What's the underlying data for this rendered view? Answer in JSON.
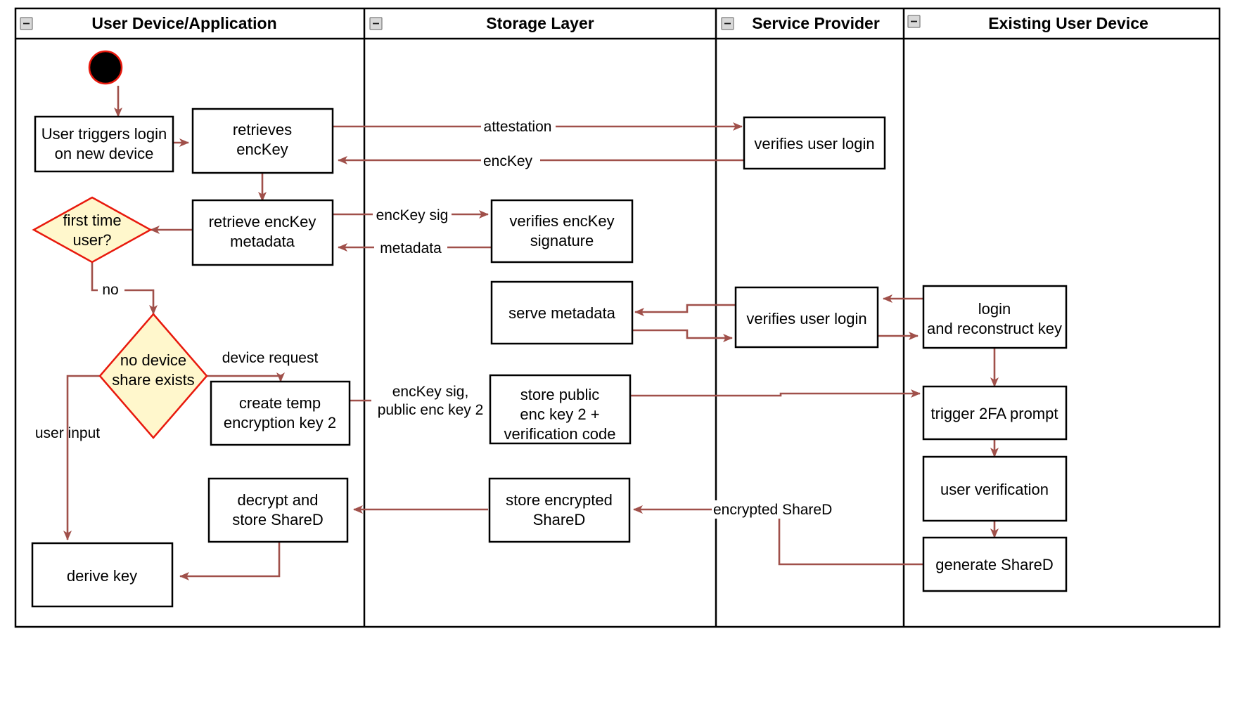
{
  "diagram": {
    "title": "Key recovery on new device — UML activity swimlane diagram",
    "colors": {
      "flow_stroke": "#a0504a",
      "decision_fill": "#fff7cc",
      "decision_stroke": "#e8190d",
      "node_stroke": "#000000",
      "node_fill": "#ffffff",
      "start_fill": "#000000",
      "start_stroke": "#e8190d",
      "lane_border": "#000000",
      "background": "#ffffff"
    },
    "lanes": [
      {
        "id": "lane-user-device",
        "label": "User Device/Application",
        "collapse_icon": "minus-box-icon"
      },
      {
        "id": "lane-storage",
        "label": "Storage Layer",
        "collapse_icon": "minus-box-icon"
      },
      {
        "id": "lane-service-provider",
        "label": "Service Provider",
        "collapse_icon": "minus-box-icon"
      },
      {
        "id": "lane-existing-device",
        "label": "Existing User Device",
        "collapse_icon": "minus-box-icon"
      }
    ],
    "nodes": [
      {
        "id": "start",
        "type": "initial-node",
        "lane": "lane-user-device",
        "label": ""
      },
      {
        "id": "n-user-triggers-login",
        "type": "action",
        "lane": "lane-user-device",
        "lines": [
          "User triggers login",
          "on new device"
        ]
      },
      {
        "id": "n-retrieves-enckey",
        "type": "action",
        "lane": "lane-user-device",
        "lines": [
          "retrieves",
          "encKey"
        ]
      },
      {
        "id": "n-retrieve-enckey-metadata",
        "type": "action",
        "lane": "lane-user-device",
        "lines": [
          "retrieve encKey",
          "metadata"
        ]
      },
      {
        "id": "n-first-time-user",
        "type": "decision",
        "lane": "lane-user-device",
        "lines": [
          "first time",
          "user?"
        ]
      },
      {
        "id": "n-no-device-share-exists",
        "type": "decision",
        "lane": "lane-user-device",
        "lines": [
          "no device",
          "share exists"
        ]
      },
      {
        "id": "n-create-temp-encryption-key-2",
        "type": "action",
        "lane": "lane-user-device",
        "lines": [
          "create temp",
          "encryption key 2"
        ]
      },
      {
        "id": "n-decrypt-and-store-shared",
        "type": "action",
        "lane": "lane-user-device",
        "lines": [
          "decrypt and",
          "store ShareD"
        ]
      },
      {
        "id": "n-derive-key",
        "type": "action",
        "lane": "lane-user-device",
        "lines": [
          "derive key"
        ]
      },
      {
        "id": "n-verifies-enckey-signature",
        "type": "action",
        "lane": "lane-storage",
        "lines": [
          "verifies encKey",
          "signature"
        ]
      },
      {
        "id": "n-serve-metadata",
        "type": "action",
        "lane": "lane-storage",
        "lines": [
          "serve metadata"
        ]
      },
      {
        "id": "n-store-public-enc-key-2",
        "type": "action",
        "lane": "lane-storage",
        "lines": [
          "store public",
          "enc key 2 +",
          "verification code"
        ]
      },
      {
        "id": "n-store-encrypted-shared",
        "type": "action",
        "lane": "lane-storage",
        "lines": [
          "store encrypted",
          "ShareD"
        ]
      },
      {
        "id": "n-verifies-user-login-1",
        "type": "action",
        "lane": "lane-service-provider",
        "lines": [
          "verifies user login"
        ]
      },
      {
        "id": "n-verifies-user-login-2",
        "type": "action",
        "lane": "lane-service-provider",
        "lines": [
          "verifies user login"
        ]
      },
      {
        "id": "n-login-and-reconstruct-key",
        "type": "action",
        "lane": "lane-existing-device",
        "lines": [
          "login",
          "and reconstruct key"
        ]
      },
      {
        "id": "n-trigger-2fa-prompt",
        "type": "action",
        "lane": "lane-existing-device",
        "lines": [
          "trigger 2FA prompt"
        ]
      },
      {
        "id": "n-user-verification",
        "type": "action",
        "lane": "lane-existing-device",
        "lines": [
          "user verification"
        ]
      },
      {
        "id": "n-generate-shared",
        "type": "action",
        "lane": "lane-existing-device",
        "lines": [
          "generate ShareD"
        ]
      }
    ],
    "edges": [
      {
        "id": "e-start-to-login",
        "from": "start",
        "to": "n-user-triggers-login",
        "label": ""
      },
      {
        "id": "e-login-to-retrieves",
        "from": "n-user-triggers-login",
        "to": "n-retrieves-enckey",
        "label": ""
      },
      {
        "id": "e-attestation",
        "from": "n-retrieves-enckey",
        "to": "n-verifies-user-login-1",
        "label": "attestation"
      },
      {
        "id": "e-enckey",
        "from": "n-verifies-user-login-1",
        "to": "n-retrieves-enckey",
        "label": "encKey"
      },
      {
        "id": "e-retrieves-to-metadata",
        "from": "n-retrieves-enckey",
        "to": "n-retrieve-enckey-metadata",
        "label": ""
      },
      {
        "id": "e-enckey-sig",
        "from": "n-retrieve-enckey-metadata",
        "to": "n-verifies-enckey-signature",
        "label": "encKey sig"
      },
      {
        "id": "e-metadata",
        "from": "n-verifies-enckey-signature",
        "to": "n-retrieve-enckey-metadata",
        "label": "metadata"
      },
      {
        "id": "e-metadata-to-firsttime",
        "from": "n-retrieve-enckey-metadata",
        "to": "n-first-time-user",
        "label": ""
      },
      {
        "id": "e-no",
        "from": "n-first-time-user",
        "to": "n-no-device-share-exists",
        "label": "no"
      },
      {
        "id": "e-device-request",
        "from": "n-no-device-share-exists",
        "to": "n-create-temp-encryption-key-2",
        "label": "device request"
      },
      {
        "id": "e-user-input",
        "from": "n-no-device-share-exists",
        "to": "n-derive-key",
        "label": "user input"
      },
      {
        "id": "e-enckey-sig-public-enc-key-2",
        "from": "n-create-temp-encryption-key-2",
        "to": "n-store-public-enc-key-2",
        "label": "encKey sig,\npublic enc key 2",
        "label_lines": [
          "encKey sig,",
          "public enc key 2"
        ]
      },
      {
        "id": "e-store-public-to-2fa",
        "from": "n-store-public-enc-key-2",
        "to": "n-trigger-2fa-prompt",
        "label": ""
      },
      {
        "id": "e-existing-to-sp",
        "from": "n-login-and-reconstruct-key",
        "to": "n-verifies-user-login-2",
        "label": ""
      },
      {
        "id": "e-sp-to-existing",
        "from": "n-verifies-user-login-2",
        "to": "n-login-and-reconstruct-key",
        "label": ""
      },
      {
        "id": "e-sp-to-serve-metadata",
        "from": "n-verifies-user-login-2",
        "to": "n-serve-metadata",
        "label": ""
      },
      {
        "id": "e-serve-metadata-to-sp",
        "from": "n-serve-metadata",
        "to": "n-verifies-user-login-2",
        "label": ""
      },
      {
        "id": "e-login-to-2fa",
        "from": "n-login-and-reconstruct-key",
        "to": "n-trigger-2fa-prompt",
        "label": ""
      },
      {
        "id": "e-2fa-to-verification",
        "from": "n-trigger-2fa-prompt",
        "to": "n-user-verification",
        "label": ""
      },
      {
        "id": "e-verification-to-generate",
        "from": "n-user-verification",
        "to": "n-generate-shared",
        "label": ""
      },
      {
        "id": "e-encrypted-shared",
        "from": "n-generate-shared",
        "to": "n-store-encrypted-shared",
        "label": "encrypted ShareD"
      },
      {
        "id": "e-store-to-decrypt",
        "from": "n-store-encrypted-shared",
        "to": "n-decrypt-and-store-shared",
        "label": ""
      },
      {
        "id": "e-decrypt-to-derive",
        "from": "n-decrypt-and-store-shared",
        "to": "n-derive-key",
        "label": ""
      }
    ]
  }
}
